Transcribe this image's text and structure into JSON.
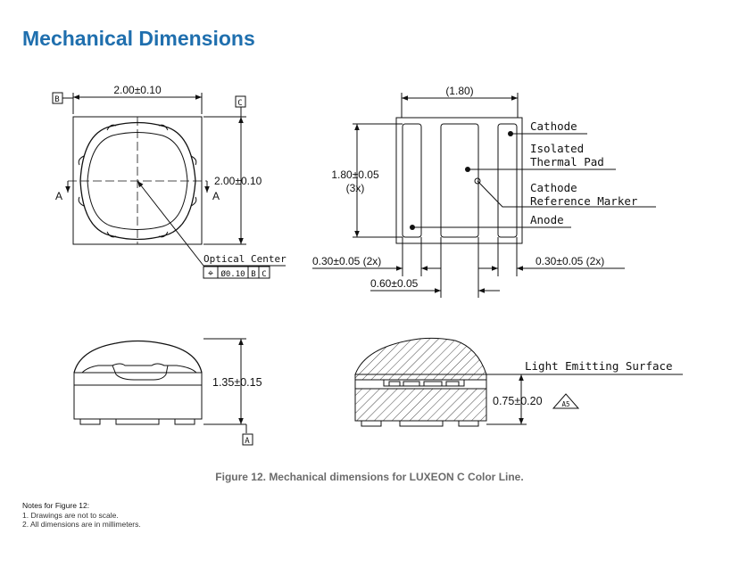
{
  "page_title": "Mechanical Dimensions",
  "top_view": {
    "datum_b": "B",
    "datum_c": "C",
    "width_dim": "2.00±0.10",
    "height_dim": "2.00±0.10",
    "section_left": "A",
    "section_right": "A",
    "optical_center_label": "Optical Center",
    "tolerance_symbol": "⌖",
    "tolerance_value": "Ø0.10",
    "tolerance_ref_b": "B",
    "tolerance_ref_c": "C"
  },
  "bottom_view": {
    "width_dim": "(1.80)",
    "pad_height_dim": "1.80±0.05",
    "pad_height_count": "(3x)",
    "cathode_label": "Cathode",
    "thermal_pad_label_1": "Isolated",
    "thermal_pad_label_2": "Thermal Pad",
    "marker_label_1": "Cathode",
    "marker_label_2": "Reference Marker",
    "anode_label": "Anode",
    "pad_width_left": "0.30±0.05 (2x)",
    "pad_width_right": "0.30±0.05 (2x)",
    "pad_spacing": "0.60±0.05"
  },
  "side_view": {
    "height_dim": "1.35±0.15",
    "datum_a": "A"
  },
  "section_view": {
    "surface_label": "Light Emitting Surface",
    "height_dim": "0.75±0.20",
    "note_flag": "A5"
  },
  "caption": "Figure 12. Mechanical dimensions for LUXEON C Color Line.",
  "notes": {
    "title": "Notes for Figure 12:",
    "items": [
      "1.  Drawings are not to scale.",
      "2.  All dimensions are in millimeters."
    ]
  }
}
